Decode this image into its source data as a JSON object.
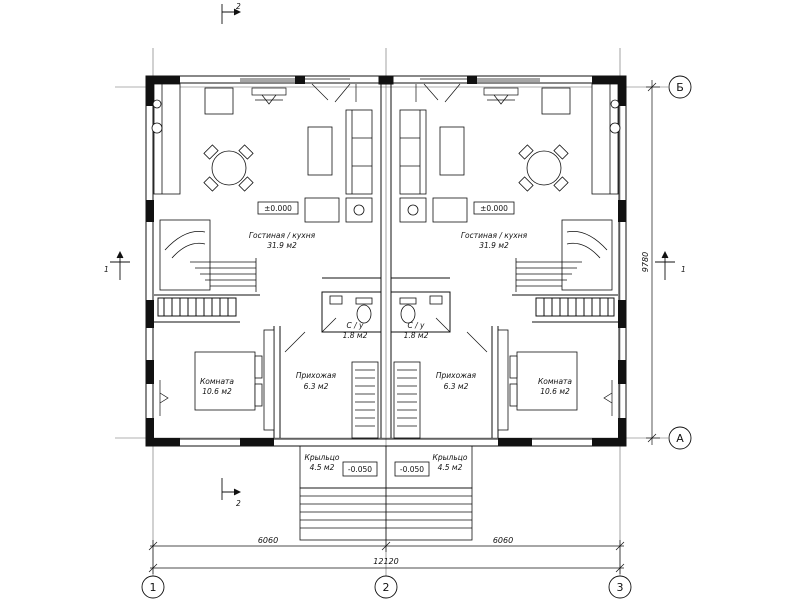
{
  "axes": {
    "vertical": [
      "1",
      "2",
      "3"
    ],
    "horizontal": [
      "Б",
      "А"
    ]
  },
  "section_marks": {
    "section2_top": "2",
    "section2_bottom": "2",
    "section1_left": "1",
    "section1_right": "1"
  },
  "dimensions": {
    "left_half": "6060",
    "right_half": "6060",
    "total_width": "12120",
    "depth": "9780"
  },
  "rooms": {
    "living_left": {
      "name": "Гостиная / кухня",
      "area": "31.9 м2"
    },
    "living_right": {
      "name": "Гостиная / кухня",
      "area": "31.9 м2"
    },
    "wc_left": {
      "name": "С / у",
      "area": "1.8 м2"
    },
    "wc_right": {
      "name": "С / у",
      "area": "1.8 м2"
    },
    "hall_left": {
      "name": "Прихожая",
      "area": "6.3 м2"
    },
    "hall_right": {
      "name": "Прихожая",
      "area": "6.3 м2"
    },
    "bedroom_left": {
      "name": "Комната",
      "area": "10.6 м2"
    },
    "bedroom_right": {
      "name": "Комната",
      "area": "10.6 м2"
    },
    "porch_left": {
      "name": "Крыльцо",
      "area": "4.5 м2"
    },
    "porch_right": {
      "name": "Крыльцо",
      "area": "4.5 м2"
    }
  },
  "levels": {
    "floor_left": "±0.000",
    "floor_right": "±0.000",
    "porch_left": "-0.050",
    "porch_right": "-0.050"
  }
}
